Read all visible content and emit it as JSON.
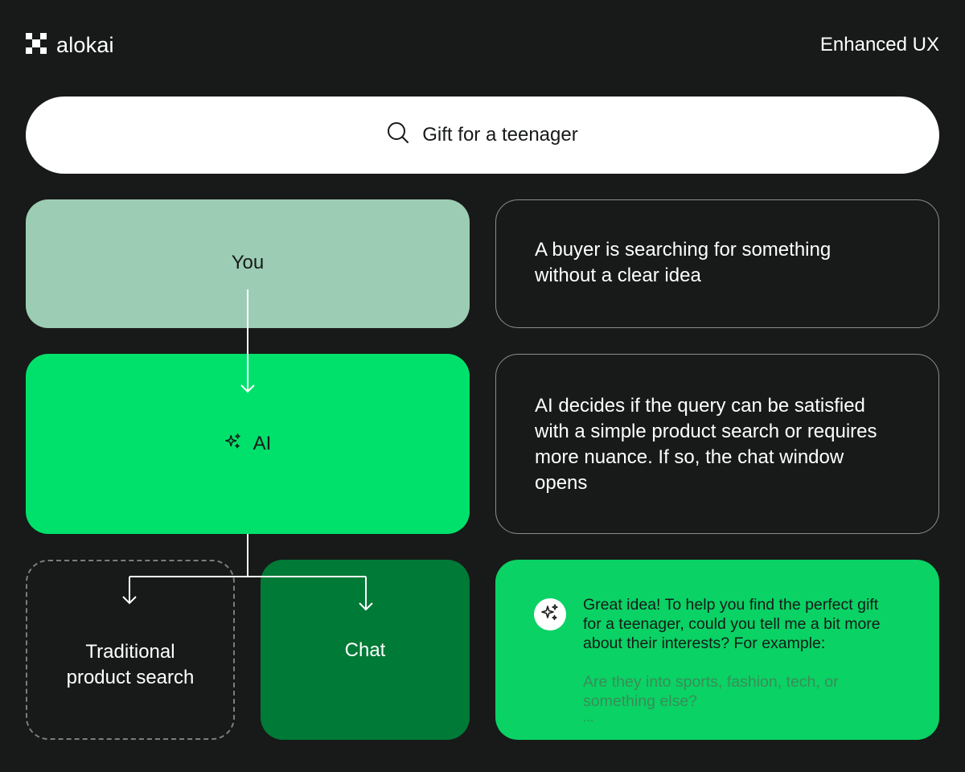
{
  "brand": {
    "name": "alokai",
    "logo_icon": "alokai-logo-icon"
  },
  "header": {
    "right_label": "Enhanced UX"
  },
  "search": {
    "query": "Gift for a teenager",
    "icon": "search-icon"
  },
  "flow": {
    "you": "You",
    "ai": "AI",
    "ai_icon": "sparkles-icon",
    "traditional_line1": "Traditional",
    "traditional_line2": "product search",
    "chat": "Chat"
  },
  "descriptions": {
    "you_line1": "A buyer is searching for something",
    "you_line2": "without a clear idea",
    "ai_line1": "AI decides if the query can be satisfied",
    "ai_line2": "with a simple product search or requires",
    "ai_line3": "more nuance. If so, the chat window",
    "ai_line4": "opens"
  },
  "chat_preview": {
    "avatar_icon": "sparkles-icon",
    "message_line1": "Great idea! To help you find the perfect gift",
    "message_line2": "for a teenager, could you tell me a bit more",
    "message_line3": "about their interests? For example:",
    "question_line1": "Are they into sports, fashion, tech, or",
    "question_line2": "something else?",
    "ellipsis": "..."
  },
  "colors": {
    "background": "#171a18",
    "you_box": "#9ccdb4",
    "ai_box": "#00e16b",
    "chat_box": "#007a37",
    "chat_card": "#0ad265",
    "faded_text": "#3a8d58"
  }
}
